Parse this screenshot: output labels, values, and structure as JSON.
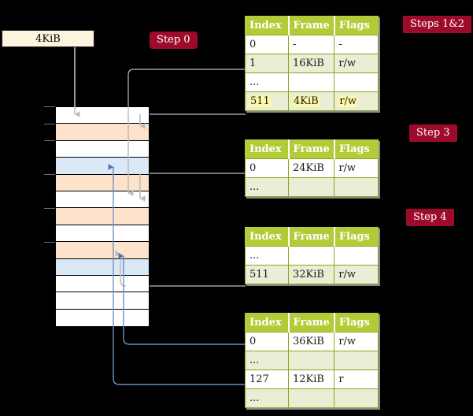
{
  "diagram": {
    "title_box": {
      "label": "4KiB"
    },
    "badges": [
      {
        "name": "step-0",
        "label": "Step 0"
      },
      {
        "name": "steps-1-2",
        "label": "Steps 1&2"
      },
      {
        "name": "step-3",
        "label": "Step 3"
      },
      {
        "name": "step-4",
        "label": "Step 4"
      }
    ],
    "memory_column": {
      "name": "physical-memory-column",
      "rows": [
        {
          "fill": "white"
        },
        {
          "fill": "orange"
        },
        {
          "fill": "white"
        },
        {
          "fill": "blue"
        },
        {
          "fill": "orange"
        },
        {
          "fill": "white"
        },
        {
          "fill": "orange"
        },
        {
          "fill": "white"
        },
        {
          "fill": "orange"
        },
        {
          "fill": "blue"
        },
        {
          "fill": "white"
        },
        {
          "fill": "white"
        },
        {
          "fill": "white"
        }
      ]
    },
    "tables": [
      {
        "name": "page-table-level-0",
        "headers": [
          "Index",
          "Frame",
          "Flags"
        ],
        "rows": [
          {
            "cells": [
              "0",
              "-",
              "-"
            ],
            "shade": "plain",
            "highlight": false
          },
          {
            "cells": [
              "1",
              "16KiB",
              "r/w"
            ],
            "shade": "alt",
            "highlight": false
          },
          {
            "cells": [
              "...",
              "",
              ""
            ],
            "shade": "plain",
            "highlight": false
          },
          {
            "cells": [
              "511",
              "4KiB",
              "r/w"
            ],
            "shade": "alt",
            "highlight": true
          }
        ]
      },
      {
        "name": "page-table-level-1",
        "headers": [
          "Index",
          "Frame",
          "Flags"
        ],
        "rows": [
          {
            "cells": [
              "0",
              "24KiB",
              "r/w"
            ],
            "shade": "plain",
            "highlight": false
          },
          {
            "cells": [
              "...",
              "",
              ""
            ],
            "shade": "alt",
            "highlight": false
          }
        ]
      },
      {
        "name": "page-table-level-2",
        "headers": [
          "Index",
          "Frame",
          "Flags"
        ],
        "rows": [
          {
            "cells": [
              "...",
              "",
              ""
            ],
            "shade": "plain",
            "highlight": false
          },
          {
            "cells": [
              "511",
              "32KiB",
              "r/w"
            ],
            "shade": "alt",
            "highlight": false
          }
        ]
      },
      {
        "name": "page-table-level-3",
        "headers": [
          "Index",
          "Frame",
          "Flags"
        ],
        "rows": [
          {
            "cells": [
              "0",
              "36KiB",
              "r/w"
            ],
            "shade": "plain",
            "highlight": false
          },
          {
            "cells": [
              "...",
              "",
              ""
            ],
            "shade": "alt",
            "highlight": false
          },
          {
            "cells": [
              "127",
              "12KiB",
              "r"
            ],
            "shade": "plain",
            "highlight": false
          },
          {
            "cells": [
              "...",
              "",
              ""
            ],
            "shade": "alt",
            "highlight": false
          }
        ]
      }
    ],
    "colors": {
      "background": "#000000",
      "badge": "#9e0b2a",
      "table_header": "#b2cc38",
      "table_alt_row": "#e9eed4",
      "highlight": "#fbf8a8",
      "memory_orange": "#fde3cc",
      "memory_blue": "#dbe8f7",
      "gray_wire": "#b4b4b4",
      "blue_wire": "#6f93c4",
      "kib_box": "#fdf4dd"
    }
  }
}
